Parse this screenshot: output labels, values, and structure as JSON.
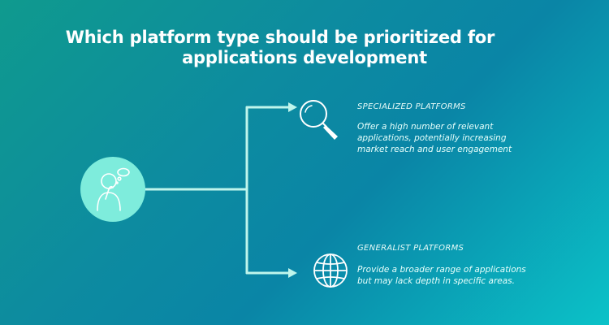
{
  "title": {
    "line1": "Which platform type should be prioritized for",
    "line2": "applications development"
  },
  "colors": {
    "accent": "#7eecdc",
    "line": "#bff5ec",
    "text": "#ffffff"
  },
  "center_icon": "thinking-person-icon",
  "branches": [
    {
      "icon": "magnifying-glass-icon",
      "title": "SPECIALIZED PLATFORMS",
      "description": [
        "Offer a high number of relevant",
        "applications, potentially increasing",
        "market reach and user engagement"
      ]
    },
    {
      "icon": "globe-icon",
      "title": "GENERALIST PLATFORMS",
      "description": [
        "Provide a broader range of applications",
        "but may lack depth in specific areas."
      ]
    }
  ]
}
